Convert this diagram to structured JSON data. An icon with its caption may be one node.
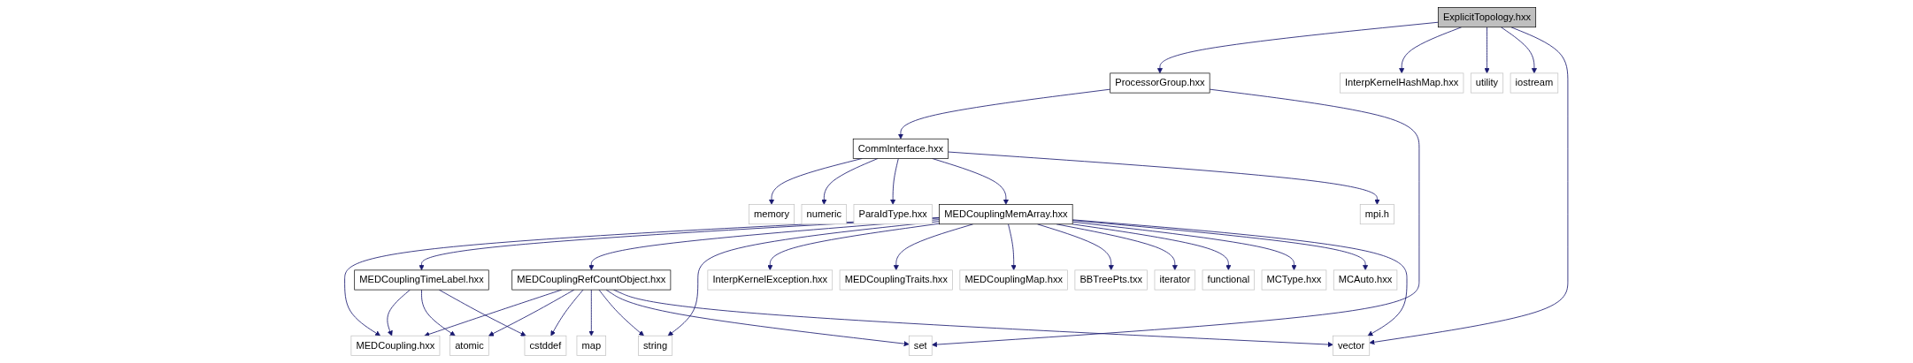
{
  "diagram": {
    "nodes": [
      {
        "text": [
          "ExplicitTopology.hxx"
        ]
      },
      {
        "text": [
          "ProcessorGroup.hxx"
        ]
      },
      {
        "text": [
          "InterpKernelHashMap.hxx"
        ]
      },
      {
        "text": [
          "utility"
        ]
      },
      {
        "text": [
          "iostream"
        ]
      },
      {
        "text": [
          "vector"
        ]
      },
      {
        "text": [
          "CommInterface.hxx"
        ]
      },
      {
        "text": [
          "set"
        ]
      },
      {
        "text": [
          "memory"
        ]
      },
      {
        "text": [
          "numeric"
        ]
      },
      {
        "text": [
          "ParaIdType.hxx"
        ]
      },
      {
        "text": [
          "MEDCouplingMemArray.hxx"
        ]
      },
      {
        "text": [
          "mpi.h"
        ]
      },
      {
        "text": [
          "MEDCouplingTimeLabel.hxx"
        ]
      },
      {
        "text": [
          "MEDCouplingRefCountObject.hxx"
        ]
      },
      {
        "text": [
          "InterpKernelException.hxx"
        ]
      },
      {
        "text": [
          "MEDCouplingTraits.hxx"
        ]
      },
      {
        "text": [
          "MEDCouplingMap.hxx"
        ]
      },
      {
        "text": [
          "BBTreePts.txx"
        ]
      },
      {
        "text": [
          "iterator"
        ]
      },
      {
        "text": [
          "functional"
        ]
      },
      {
        "text": [
          "MCType.hxx"
        ]
      },
      {
        "text": [
          "MCAuto.hxx"
        ]
      },
      {
        "text": [
          "string"
        ]
      },
      {
        "text": [
          "MEDCoupling.hxx"
        ]
      },
      {
        "text": [
          "atomic"
        ]
      },
      {
        "text": [
          "cstddef"
        ]
      },
      {
        "text": [
          "map"
        ]
      }
    ],
    "edges": [
      {
        "from": 0,
        "to": 1,
        "arrow": "to"
      },
      {
        "from": 0,
        "to": 2,
        "arrow": "to"
      },
      {
        "from": 0,
        "to": 3,
        "arrow": "to"
      },
      {
        "from": 0,
        "to": 4,
        "arrow": "to"
      },
      {
        "from": 0,
        "to": 5,
        "arrow": "to"
      },
      {
        "from": 1,
        "to": 6,
        "arrow": "to"
      },
      {
        "from": 1,
        "to": 7,
        "arrow": "to"
      },
      {
        "from": 6,
        "to": 8,
        "arrow": "to"
      },
      {
        "from": 6,
        "to": 9,
        "arrow": "to"
      },
      {
        "from": 6,
        "to": 10,
        "arrow": "to"
      },
      {
        "from": 6,
        "to": 11,
        "arrow": "to"
      },
      {
        "from": 6,
        "to": 12,
        "arrow": "to"
      },
      {
        "from": 11,
        "to": 24,
        "arrow": "to"
      },
      {
        "from": 11,
        "to": 13,
        "arrow": "to"
      },
      {
        "from": 11,
        "to": 14,
        "arrow": "to"
      },
      {
        "from": 11,
        "to": 23,
        "arrow": "to"
      },
      {
        "from": 11,
        "to": 15,
        "arrow": "to"
      },
      {
        "from": 11,
        "to": 16,
        "arrow": "to"
      },
      {
        "from": 11,
        "to": 17,
        "arrow": "to"
      },
      {
        "from": 11,
        "to": 18,
        "arrow": "to"
      },
      {
        "from": 11,
        "to": 19,
        "arrow": "to"
      },
      {
        "from": 11,
        "to": 20,
        "arrow": "to"
      },
      {
        "from": 11,
        "to": 21,
        "arrow": "to"
      },
      {
        "from": 11,
        "to": 22,
        "arrow": "to"
      },
      {
        "from": 11,
        "to": 5,
        "arrow": "to"
      },
      {
        "from": 13,
        "to": 24,
        "arrow": "to"
      },
      {
        "from": 13,
        "to": 25,
        "arrow": "to"
      },
      {
        "from": 13,
        "to": 26,
        "arrow": "to"
      },
      {
        "from": 14,
        "to": 24,
        "arrow": "to"
      },
      {
        "from": 14,
        "to": 25,
        "arrow": "to"
      },
      {
        "from": 14,
        "to": 26,
        "arrow": "to"
      },
      {
        "from": 14,
        "to": 27,
        "arrow": "to"
      },
      {
        "from": 14,
        "to": 23,
        "arrow": "to"
      },
      {
        "from": 14,
        "to": 7,
        "arrow": "to"
      },
      {
        "from": 14,
        "to": 5,
        "arrow": "to"
      }
    ]
  }
}
